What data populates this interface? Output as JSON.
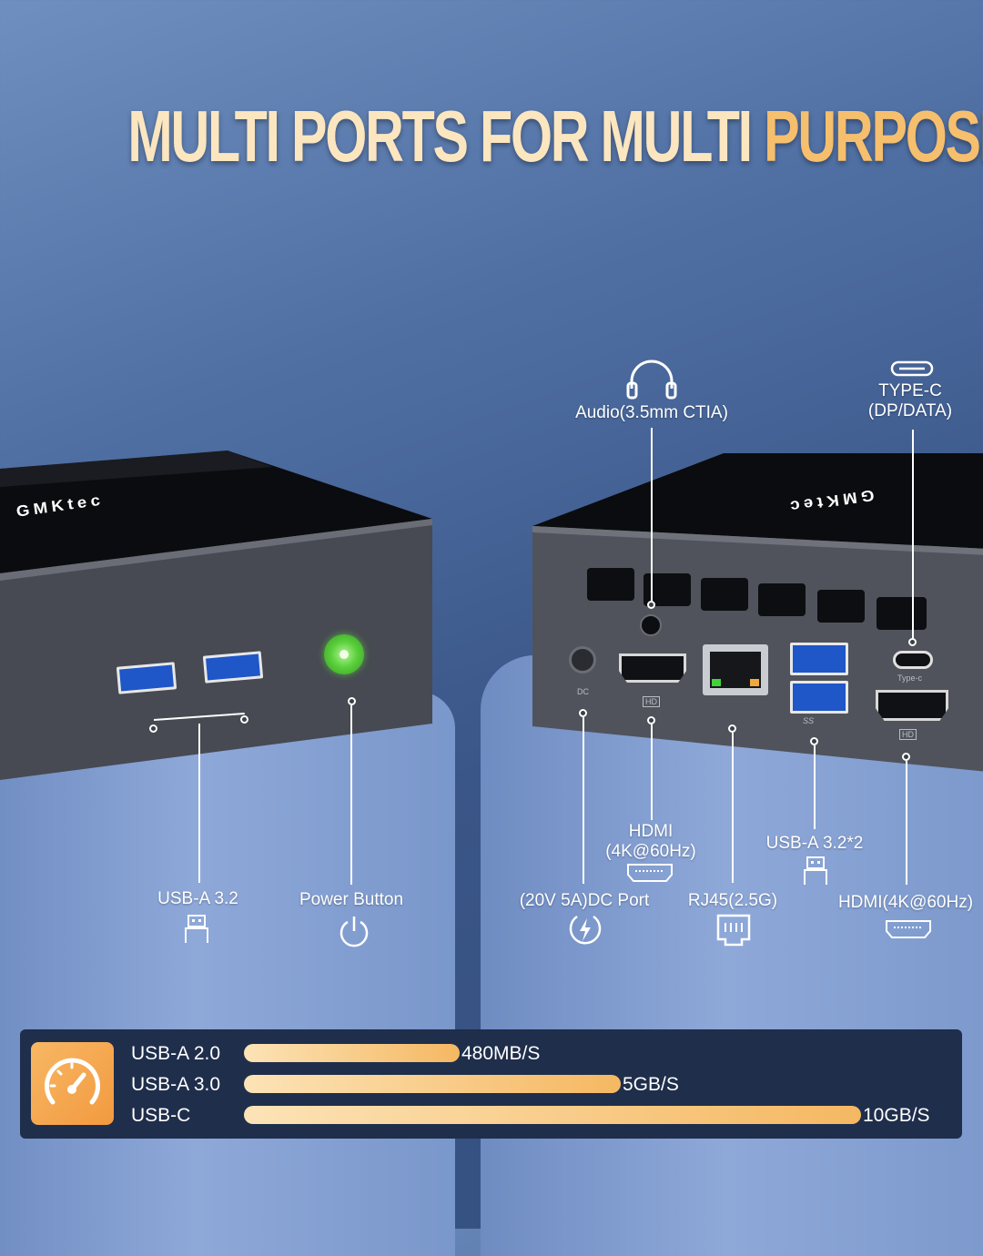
{
  "title": {
    "part1": "MULTI PORTS FOR MULTI ",
    "part2": "PURPOSE"
  },
  "brand": "GMKtec",
  "front_ports": {
    "usb_label": "USB-A 3.2",
    "power_label": "Power Button"
  },
  "rear_ports": {
    "audio_label": "Audio(3.5mm CTIA)",
    "typec_label_line1": "TYPE-C",
    "typec_label_line2": "(DP/DATA)",
    "hdmi1_label_line1": "HDMI",
    "hdmi1_label_line2": "(4K@60Hz)",
    "dc_label": "(20V 5A)DC Port",
    "rj45_label": "RJ45(2.5G)",
    "usb_label": "USB-A 3.2*2",
    "hdmi2_label": "HDMI(4K@60Hz)"
  },
  "port_marks": {
    "dc": "DC",
    "hd": "HD",
    "typec": "Type-c",
    "ss": "SS"
  },
  "speed_table": {
    "rows": [
      {
        "name": "USB-A 2.0",
        "speed": "480MB/S",
        "fraction": 0.35
      },
      {
        "name": "USB-A 3.0",
        "speed": "5GB/S",
        "fraction": 0.61
      },
      {
        "name": "USB-C",
        "speed": "10GB/S",
        "fraction": 1.0
      }
    ]
  },
  "colors": {
    "title": "#fbe6c0",
    "title_accent": "#f6bf6d",
    "bar": "#f5b862",
    "panel": "#1f2e4b",
    "power_led": "#5ad13c"
  },
  "icons": [
    "headphones-icon",
    "usb-c-icon",
    "usb-a-icon",
    "power-icon",
    "lightning-icon",
    "hdmi-icon",
    "ethernet-icon",
    "speedometer-icon"
  ]
}
